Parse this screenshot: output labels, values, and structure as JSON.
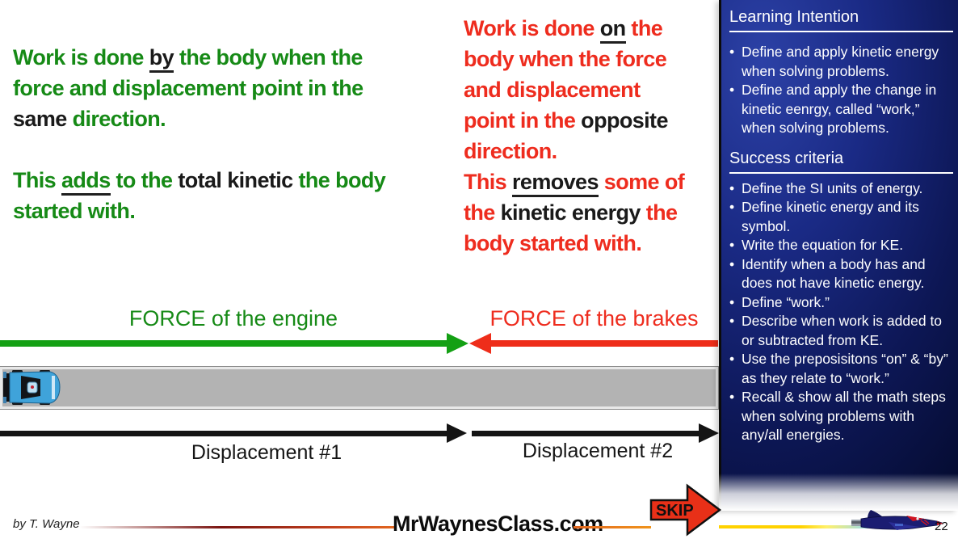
{
  "colors": {
    "green": "#168a16",
    "red": "#ee2c1e",
    "ink": "#1a1a1a",
    "arrow_green": "#14a014",
    "arrow_red": "#ee2d1a",
    "navy_hi": "#2c41a6",
    "navy_lo": "#040820",
    "track_gray": "#b3b3b3"
  },
  "left_block": {
    "lines": [
      [
        {
          "text": "Work is done ",
          "color": "green"
        },
        {
          "text": "by",
          "color": "black",
          "underline": true
        },
        {
          "text": " the body when the",
          "color": "green"
        }
      ],
      [
        {
          "text": "force and displacement point in the",
          "color": "green"
        }
      ],
      [
        {
          "text": "same ",
          "color": "black"
        },
        {
          "text": "direction.",
          "color": "green"
        }
      ],
      [],
      [
        {
          "text": "This ",
          "color": "green"
        },
        {
          "text": "adds",
          "color": "green",
          "underline": true
        },
        {
          "text": " to the ",
          "color": "green"
        },
        {
          "text": "total kinetic",
          "color": "black"
        },
        {
          "text": " the body",
          "color": "green"
        }
      ],
      [
        {
          "text": "started with.",
          "color": "green"
        }
      ]
    ]
  },
  "right_block": {
    "lines": [
      [
        {
          "text": "Work is done ",
          "color": "red"
        },
        {
          "text": "on",
          "color": "black",
          "underline": true
        },
        {
          "text": " the",
          "color": "red"
        }
      ],
      [
        {
          "text": "body when the force",
          "color": "red"
        }
      ],
      [
        {
          "text": "and displacement",
          "color": "red"
        }
      ],
      [
        {
          "text": "point in the ",
          "color": "red"
        },
        {
          "text": "opposite",
          "color": "black"
        }
      ],
      [
        {
          "text": "direction.",
          "color": "red"
        }
      ],
      [
        {
          "text": "This ",
          "color": "red"
        },
        {
          "text": "removes",
          "color": "black",
          "underline": true
        },
        {
          "text": " some of",
          "color": "red"
        }
      ],
      [
        {
          "text": "the ",
          "color": "red"
        },
        {
          "text": "kinetic energy",
          "color": "black"
        },
        {
          "text": " the",
          "color": "red"
        }
      ],
      [
        {
          "text": "body started with.",
          "color": "red"
        }
      ]
    ]
  },
  "force_labels": {
    "engine": "FORCE of the engine",
    "brakes": "FORCE of the brakes"
  },
  "displacement_labels": {
    "d1": "Displacement #1",
    "d2": "Displacement #2"
  },
  "sidebar": {
    "learning_intention": {
      "title": "Learning Intention",
      "items": [
        "Define and apply kinetic energy  when solving problems.",
        "Define and apply the change in kinetic eenrgy, called “work,” when solving problems."
      ]
    },
    "success_criteria": {
      "title": "Success criteria",
      "items": [
        "Define the SI units of energy.",
        "Define kinetic energy and its symbol.",
        "Write the equation for KE.",
        "Identify when a body has and does not have kinetic energy.",
        "Define “work.”",
        "Describe when work is added to or subtracted from KE.",
        "Use the preposisitons “on” & “by” as they relate to “work.”",
        "Recall & show all the math steps when solving problems with any/all energies."
      ]
    }
  },
  "footer": {
    "byline": "by T. Wayne",
    "site": "MrWaynesClass.com",
    "skip_label": "SKIP",
    "page_number": "22"
  },
  "icons": {
    "car": "race-car-top-view",
    "jet": "jet-plane",
    "skip": "right-block-arrow"
  }
}
